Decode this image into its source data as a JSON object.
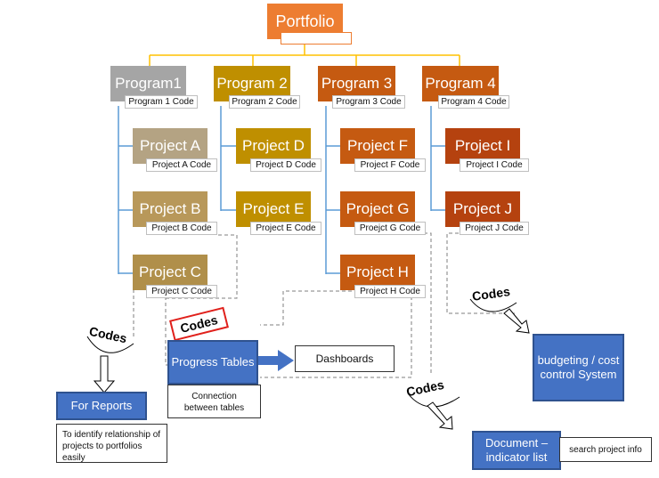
{
  "portfolio": {
    "label": "Portfolio"
  },
  "programs": [
    {
      "label": "Program1",
      "code": "Program 1 Code",
      "color": "#a5a5a5"
    },
    {
      "label": "Program 2",
      "code": "Program 2 Code",
      "color": "#bf8f00"
    },
    {
      "label": "Program 3",
      "code": "Program 3 Code",
      "color": "#c55a11"
    },
    {
      "label": "Program 4",
      "code": "Program 4 Code",
      "color": "#c55a11"
    }
  ],
  "projects": [
    {
      "label": "Project A",
      "code": "Project A Code",
      "color": "#b4a383"
    },
    {
      "label": "Project B",
      "code": "Project B Code",
      "color": "#b8985a"
    },
    {
      "label": "Project C",
      "code": "Project C Code",
      "color": "#b08f4a"
    },
    {
      "label": "Project D",
      "code": "Project D Code",
      "color": "#bf8f00"
    },
    {
      "label": "Project E",
      "code": "Project E Code",
      "color": "#bf8f00"
    },
    {
      "label": "Project F",
      "code": "Project F Code",
      "color": "#c55a11"
    },
    {
      "label": "Project G",
      "code": "Proejct G Code",
      "color": "#c55a11"
    },
    {
      "label": "Project H",
      "code": "Project H Code",
      "color": "#c55a11"
    },
    {
      "label": "Project I",
      "code": "Project I Code",
      "color": "#b5420f"
    },
    {
      "label": "Project J",
      "code": "Project J Code",
      "color": "#b5420f"
    }
  ],
  "codes_label": "Codes",
  "outputs": {
    "for_reports": "For Reports",
    "for_reports_note": "To identify relationship of projects to portfolios easily",
    "progress_tables": "Progress Tables",
    "connection_note": "Connection between tables",
    "dashboards": "Dashboards",
    "document_list": "Document – indicator list",
    "search_note": "search project info",
    "budgeting": "budgeting / cost control System"
  },
  "colors": {
    "portfolio": "#ed7d31",
    "connector_top": "#ffc000",
    "connector_tree": "#5b9bd5",
    "output_blue": "#4472c4"
  }
}
